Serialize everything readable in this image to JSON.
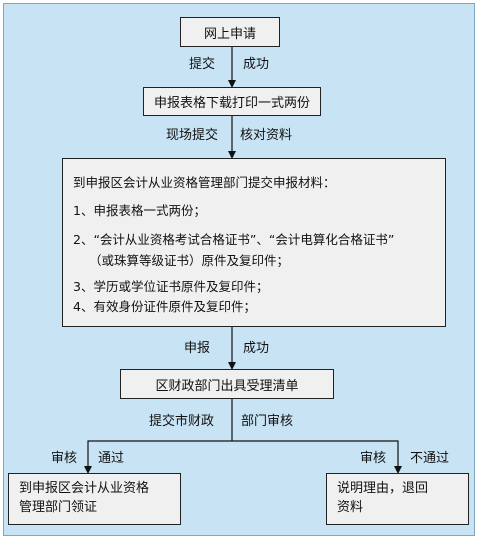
{
  "steps": {
    "apply_online": "网上申请",
    "download_form": "申报表格下载打印一式两份",
    "submit_materials": {
      "title": "到申报区会计从业资格管理部门提交申报材料：",
      "items": [
        "1、申报表格一式两份；",
        "2、“会计从业资格考试合格证书”、“会计电算化合格证书”",
        "（或珠算等级证书）原件及复印件；",
        "3、学历或学位证书原件及复印件；",
        "4、有效身份证件原件及复印件；"
      ]
    },
    "receipt": "区财政部门出具受理清单",
    "result_pass": [
      "到申报区会计从业资格",
      "管理部门领证"
    ],
    "result_fail": [
      "说明理由，退回",
      "资料"
    ]
  },
  "edges": {
    "e1_left": "提交",
    "e1_right": "成功",
    "e2_left": "现场提交",
    "e2_right": "核对资料",
    "e3_left": "申报",
    "e3_right": "成功",
    "e4_left": "提交市财政",
    "e4_right": "部门审核",
    "pass_left": "审核",
    "pass_right": "通过",
    "fail_left": "审核",
    "fail_right": "不通过"
  }
}
